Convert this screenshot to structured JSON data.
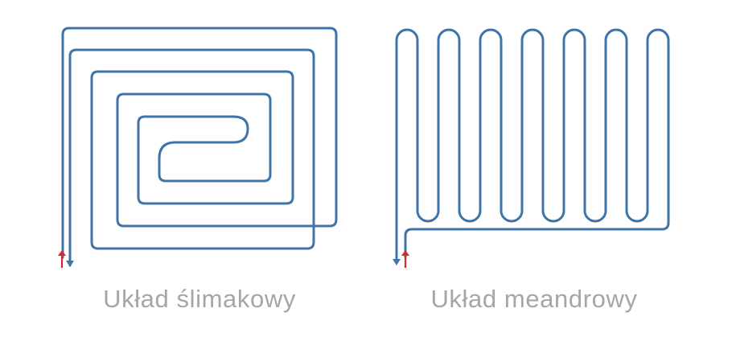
{
  "diagrams": [
    {
      "id": "snail",
      "caption": "Układ ślimakowy"
    },
    {
      "id": "meander",
      "caption": "Układ meandrowy"
    }
  ],
  "colors": {
    "pipe": "#3f74a8",
    "supply_arrow": "#d42a2a",
    "return_arrow": "#3f74a8",
    "caption_text": "#a6a6a6",
    "background": "#ffffff"
  },
  "icons": {
    "supply": "arrow-up-icon",
    "return": "arrow-down-icon"
  }
}
